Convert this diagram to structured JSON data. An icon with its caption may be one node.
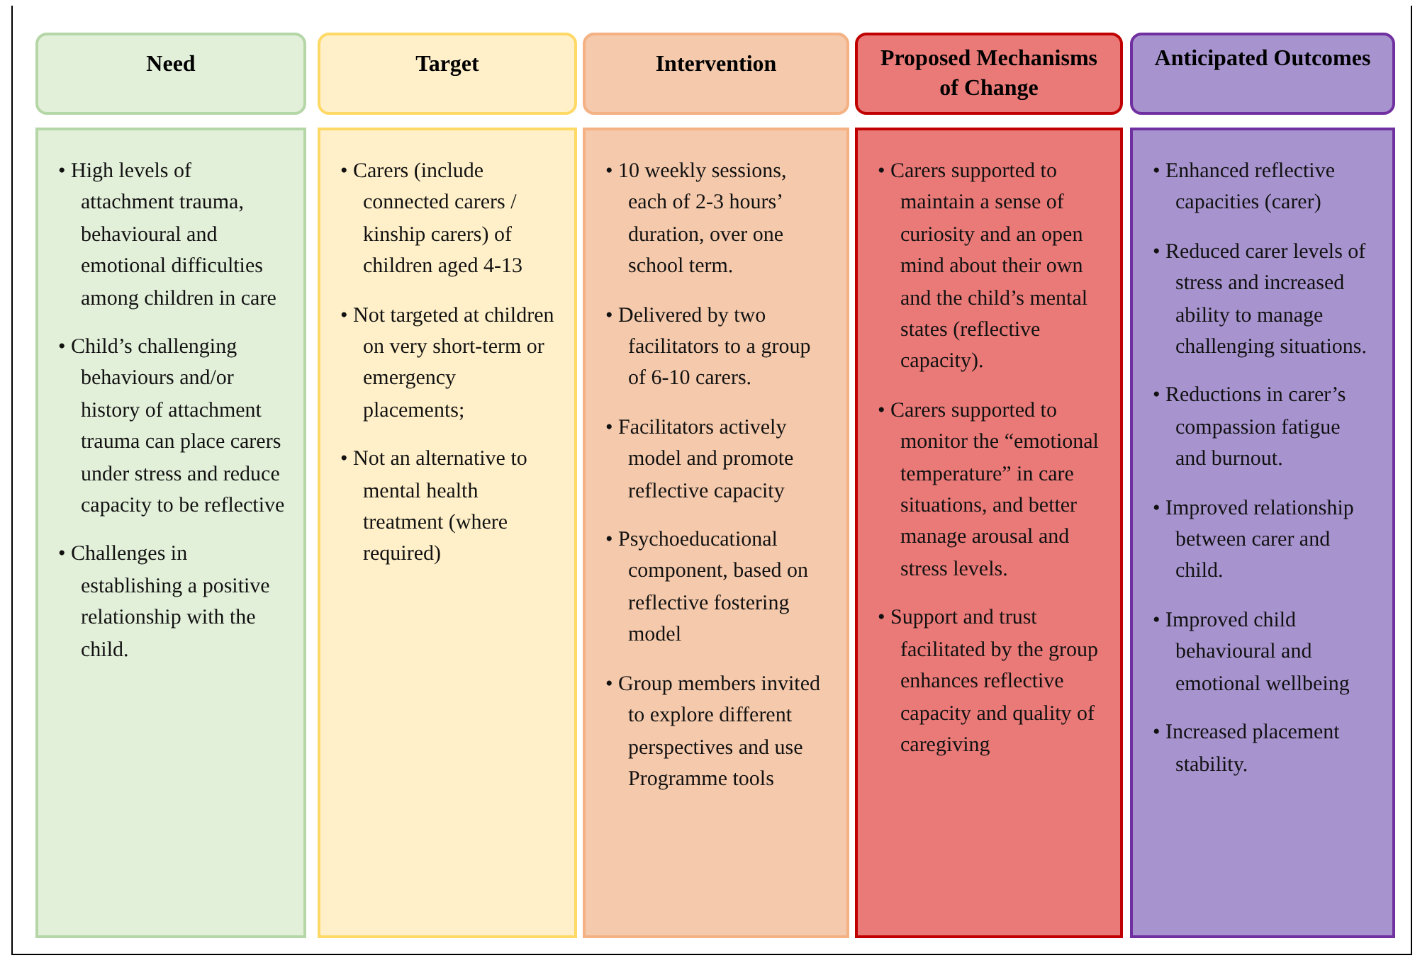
{
  "diagram": {
    "nodes": [
      {
        "text": [
          "Need"
        ]
      },
      {
        "text": [
          "Target"
        ]
      },
      {
        "text": [
          "Intervention"
        ]
      },
      {
        "text": [
          "Proposed Mechanisms of Change"
        ]
      },
      {
        "text": [
          "Anticipated Outcomes"
        ]
      },
      {
        "text": [
          "• High levels of attachment trauma, behavioural and emotional difficulties among children in care",
          "• Child’s challenging behaviours and/or history of attachment trauma can place carers under stress and reduce capacity to be reflective",
          "• Challenges in establishing a positive relationship with the child."
        ]
      },
      {
        "text": [
          "• Carers (include connected carers / kinship carers) of children aged 4-13",
          "• Not targeted at children on very short-term or emergency placements;",
          "• Not an alternative to mental health treatment (where required)"
        ]
      },
      {
        "text": [
          "• 10 weekly sessions, each of 2-3 hours’ duration, over one school term.",
          "• Delivered by two facilitators to a group of 6-10 carers.",
          "• Facilitators actively model and promote reflective capacity",
          "• Psychoeducational component, based on reflective fostering model",
          "• Group members invited to explore different perspectives and use Programme tools"
        ]
      },
      {
        "text": [
          "• Carers supported to maintain a sense of curiosity and an open mind about their own and the child’s mental states (reflective capacity).",
          "• Carers supported to monitor the “emotional temperature” in care situations, and better manage arousal and stress levels.",
          "• Support and trust facilitated by the group enhances reflective capacity and quality of caregiving"
        ]
      },
      {
        "text": [
          "• Enhanced reflective capacities (carer)",
          "• Reduced carer levels of stress and increased ability to manage challenging situations.",
          "• Reductions in carer’s compassion fatigue and burnout.",
          "• Improved relationship between carer and child.",
          "• Improved child behavioural and emotional wellbeing",
          "• Increased placement stability."
        ]
      }
    ],
    "edges": []
  }
}
